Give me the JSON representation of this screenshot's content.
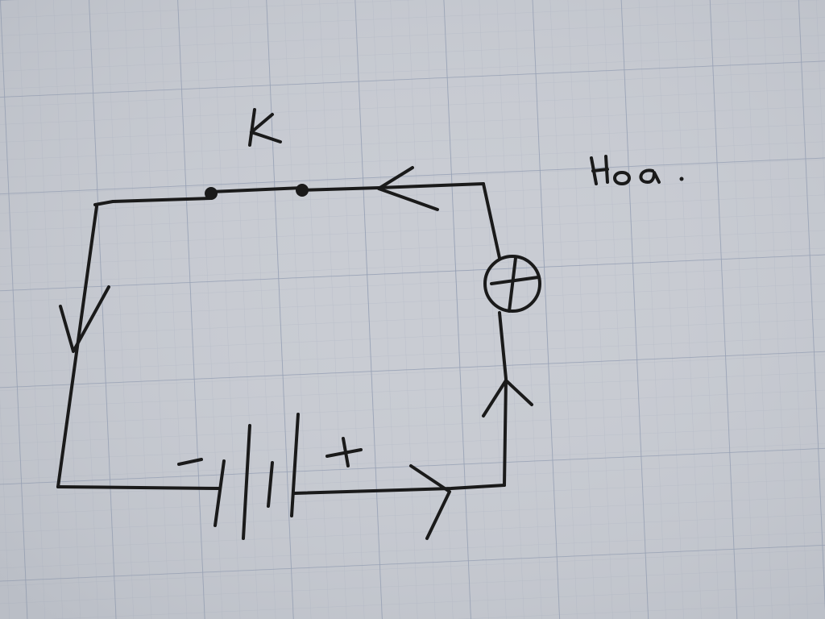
{
  "paper": {
    "background_color": "#c9ccd3",
    "minor_grid_color": "#b6bcc8",
    "major_grid_color": "#8f9ab0",
    "ink_color": "#1a1a1a"
  },
  "diagram": {
    "type": "electric circuit sketch",
    "components": [
      "switch",
      "battery",
      "lamp"
    ],
    "labels": {
      "switch": "K",
      "battery_negative": "-",
      "battery_positive": "+",
      "name": "Hoa ."
    }
  }
}
